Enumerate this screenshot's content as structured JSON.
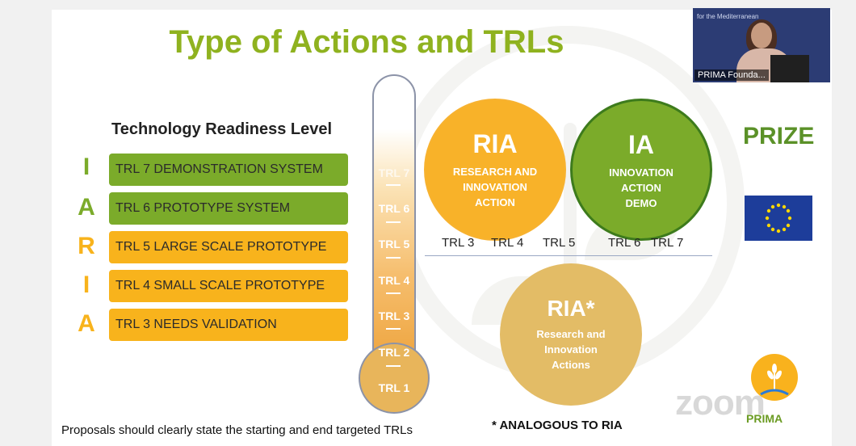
{
  "slide": {
    "title": "Type of Actions and TRLs",
    "trl_heading": "Technology Readiness Level",
    "side_letters": [
      "I",
      "A",
      "R",
      "I",
      "A"
    ],
    "trl_bars": [
      {
        "label": "TRL 7 DEMONSTRATION SYSTEM",
        "color": "green"
      },
      {
        "label": "TRL 6 PROTOTYPE SYSTEM",
        "color": "green"
      },
      {
        "label": "TRL 5 LARGE SCALE PROTOTYPE",
        "color": "orange"
      },
      {
        "label": "TRL 4 SMALL SCALE PROTOTYPE",
        "color": "orange"
      },
      {
        "label": "TRL  3  NEEDS VALIDATION",
        "color": "orange"
      }
    ],
    "thermometer_labels": [
      "TRL 7",
      "TRL 6",
      "TRL 5",
      "TRL 4",
      "TRL 3",
      "TRL 2",
      "TRL 1"
    ],
    "ria": {
      "title": "RIA",
      "subtitle_lines": [
        "RESEARCH AND",
        "INNOVATION",
        "ACTION"
      ]
    },
    "ia": {
      "title": "IA",
      "subtitle_lines": [
        "INNOVATION",
        "ACTION",
        "DEMO"
      ]
    },
    "ria_star": {
      "title": "RIA*",
      "subtitle_lines": [
        "Research and",
        "Innovation",
        "Actions"
      ]
    },
    "trl_tags": [
      "TRL 3",
      "TRL 4",
      "TRL 5",
      "TRL 6",
      "TRL 7"
    ],
    "prize": "PRIZE",
    "footer_note": "Proposals should clearly state the starting and end targeted TRLs",
    "analogous_note": "* ANALOGOUS TO RIA",
    "prima_logo_text": "PRIMA",
    "zoom_watermark": "zoom"
  },
  "video_tile": {
    "participant_name": "PRIMA Founda...",
    "background_text": "for the Mediterranean"
  },
  "colors": {
    "title_green": "#8fb21f",
    "bar_green": "#7bab2a",
    "bar_orange": "#f8b31c",
    "ria_orange": "#f8b229",
    "ria_star_gold": "#e3bc66",
    "eu_blue": "#1d3d9a",
    "eu_star_yellow": "#ffd700"
  }
}
